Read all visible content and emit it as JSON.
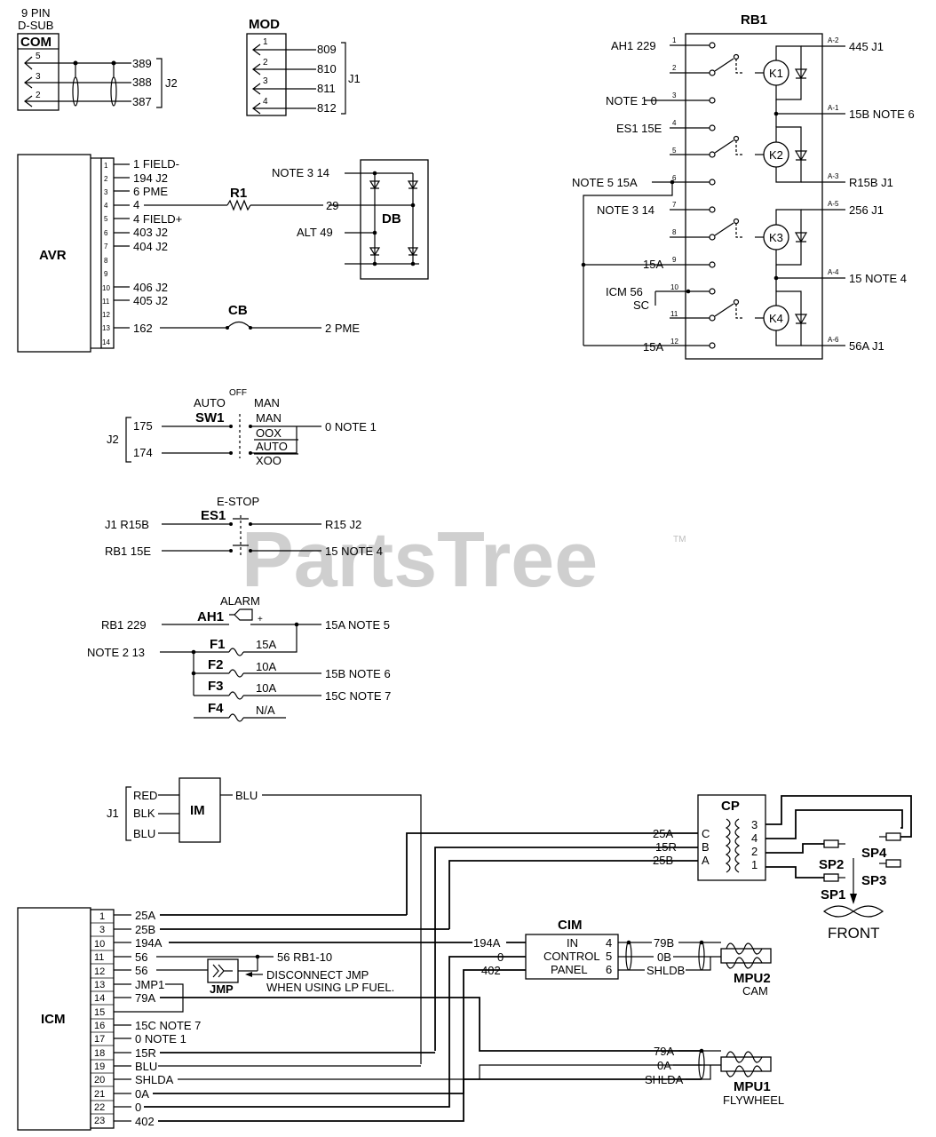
{
  "watermark": {
    "text": "PartsTree",
    "tm": "TM"
  },
  "com": {
    "title": "COM",
    "header1": "9 PIN",
    "header2": "D-SUB",
    "pins": [
      "5",
      "3",
      "2"
    ],
    "wires": [
      "389",
      "388",
      "387"
    ],
    "conn": "J2"
  },
  "mod": {
    "title": "MOD",
    "pins": [
      "1",
      "2",
      "3",
      "4"
    ],
    "wires": [
      "809",
      "810",
      "811",
      "812"
    ],
    "conn": "J1"
  },
  "avr": {
    "title": "AVR",
    "pins": [
      "1",
      "2",
      "3",
      "4",
      "5",
      "6",
      "7",
      "8",
      "9",
      "10",
      "11",
      "12",
      "13",
      "14"
    ],
    "labels": {
      "p1": "1 FIELD-",
      "p2": "194 J2",
      "p3": "6 PME",
      "p4": "4",
      "p5": "4 FIELD+",
      "p6": "403 J2",
      "p7": "404 J2",
      "p10": "406 J2",
      "p11": "405 J2",
      "p13": "162"
    },
    "r1": "R1",
    "r1_out": "29",
    "cb": "CB",
    "cb_out": "2 PME"
  },
  "db": {
    "title": "DB",
    "in1": "NOTE 3 14",
    "in2": "ALT 49"
  },
  "rb1": {
    "title": "RB1",
    "pins": [
      "1",
      "2",
      "3",
      "4",
      "5",
      "6",
      "7",
      "8",
      "9",
      "10",
      "11",
      "12"
    ],
    "left": {
      "p1": "AH1 229",
      "p3": "NOTE 1 0",
      "p4": "ES1 15E",
      "p6": "NOTE 5 15A",
      "p7": "NOTE 3 14",
      "p9": "15A",
      "p10": "ICM 56",
      "sc": "SC",
      "p12": "15A"
    },
    "apins": [
      "A-2",
      "A-1",
      "A-3",
      "A-5",
      "A-4",
      "A-6"
    ],
    "right": [
      "445 J1",
      "15B NOTE 6",
      "R15B J1",
      "256 J1",
      "15 NOTE 4",
      "56A J1"
    ],
    "relays": [
      "K1",
      "K2",
      "K3",
      "K4"
    ]
  },
  "sw1": {
    "title": "SW1",
    "off": "OFF",
    "auto": "AUTO",
    "man": "MAN",
    "c_man": "MAN",
    "c_oox": "OOX",
    "c_auto": "AUTO",
    "c_xoo": "XOO",
    "conn": "J2",
    "w1": "175",
    "w2": "174",
    "out": "0 NOTE 1"
  },
  "es1": {
    "title": "ES1",
    "estop": "E-STOP",
    "l1": "J1 R15B",
    "l2": "RB1 15E",
    "r1": "R15 J2",
    "r2": "15 NOTE 4"
  },
  "ah1": {
    "title": "AH1",
    "alarm": "ALARM",
    "plus": "+",
    "in": "RB1 229",
    "out": "15A NOTE 5"
  },
  "fuses": {
    "in": "NOTE 2 13",
    "items": [
      {
        "name": "F1",
        "rating": "15A",
        "out": ""
      },
      {
        "name": "F2",
        "rating": "10A",
        "out": "15B NOTE 6"
      },
      {
        "name": "F3",
        "rating": "10A",
        "out": "15C NOTE 7"
      },
      {
        "name": "F4",
        "rating": "N/A",
        "out": ""
      }
    ]
  },
  "im": {
    "title": "IM",
    "conn": "J1",
    "inputs": [
      "RED",
      "BLK",
      "BLU"
    ],
    "out": "BLU"
  },
  "cp": {
    "title": "CP",
    "letters": [
      "C",
      "B",
      "A"
    ],
    "pins": [
      "3",
      "4",
      "2",
      "1"
    ],
    "in": [
      "25A",
      "15R",
      "25B"
    ]
  },
  "sparks": [
    "SP2",
    "SP1",
    "SP4",
    "SP3"
  ],
  "front": "FRONT",
  "icm": {
    "title": "ICM",
    "pins": [
      "1",
      "3",
      "10",
      "11",
      "12",
      "13",
      "14",
      "15",
      "16",
      "17",
      "18",
      "19",
      "20",
      "21",
      "22",
      "23"
    ],
    "wires": [
      "25A",
      "25B",
      "194A",
      "56",
      "56",
      "JMP1",
      "79A",
      "",
      "15C NOTE 7",
      "0 NOTE 1",
      "15R",
      "BLU",
      "SHLDA",
      "0A",
      "0",
      "402"
    ],
    "ext_56": "56 RB1-10"
  },
  "jmp": {
    "title": "JMP",
    "note1": "DISCONNECT JMP",
    "note2": "WHEN USING LP FUEL."
  },
  "cim": {
    "title": "CIM",
    "line1": "IN",
    "line2": "CONTROL",
    "line3": "PANEL",
    "pins": [
      "4",
      "5",
      "6"
    ],
    "in": [
      "194A",
      "0",
      "402"
    ],
    "out": [
      "79B",
      "0B",
      "SHLDB"
    ]
  },
  "mpu2": {
    "title": "MPU2",
    "sub": "CAM"
  },
  "mpu1": {
    "title": "MPU1",
    "sub": "FLYWHEEL",
    "in": [
      "79A",
      "0A",
      "SHLDA"
    ]
  }
}
